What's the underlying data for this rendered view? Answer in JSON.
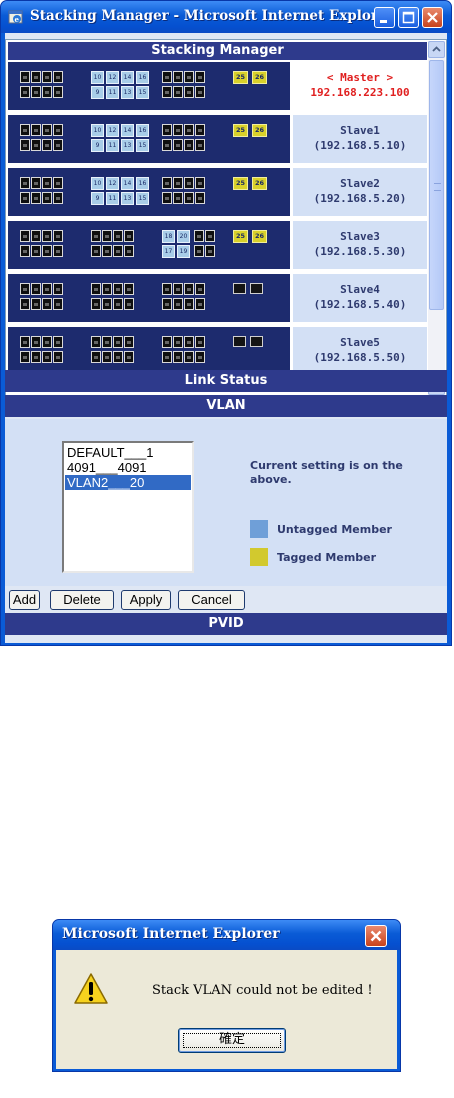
{
  "window": {
    "title": "Stacking Manager - Microsoft Internet Explorer"
  },
  "stacking": {
    "header": "Stacking Manager",
    "units": [
      {
        "name": "< Master >",
        "ip": "192.168.223.100",
        "ports": [
          "10",
          "12",
          "14",
          "16",
          "9",
          "11",
          "13",
          "15",
          "25",
          "26"
        ]
      },
      {
        "name": "Slave1",
        "ip": "(192.168.5.10)",
        "ports": [
          "10",
          "12",
          "14",
          "16",
          "9",
          "11",
          "13",
          "15",
          "25",
          "26"
        ]
      },
      {
        "name": "Slave2",
        "ip": "(192.168.5.20)",
        "ports": [
          "10",
          "12",
          "14",
          "16",
          "9",
          "11",
          "13",
          "15",
          "25",
          "26"
        ]
      },
      {
        "name": "Slave3",
        "ip": "(192.168.5.30)",
        "ports": [
          "18",
          "20",
          "17",
          "19",
          "25",
          "26"
        ]
      },
      {
        "name": "Slave4",
        "ip": "(192.168.5.40)",
        "ports": []
      },
      {
        "name": "Slave5",
        "ip": "(192.168.5.50)",
        "ports": []
      }
    ]
  },
  "link_status": {
    "label": "Link Status"
  },
  "vlan": {
    "header": "VLAN",
    "options": [
      {
        "label": "DEFAULT___1",
        "selected": false
      },
      {
        "label": "4091___4091",
        "selected": false
      },
      {
        "label": "VLAN2___20",
        "selected": true
      }
    ],
    "note": "Current setting is on the above.",
    "legend": [
      {
        "label": "Untagged Member",
        "color": "#6f9fd8"
      },
      {
        "label": "Tagged Member",
        "color": "#d2c92e"
      }
    ]
  },
  "buttons": {
    "add": "Add",
    "delete": "Delete",
    "apply": "Apply",
    "cancel": "Cancel"
  },
  "pvid": {
    "label": "PVID"
  },
  "colors": {
    "header_bg": "#2e3a8c",
    "master_text": "#e02020",
    "panel_bg": "#d3e0f5",
    "xp_blue": "#0a5bd6"
  },
  "dialog": {
    "title": "Microsoft Internet Explorer",
    "message": "Stack VLAN could not be edited !",
    "ok_label": "確定",
    "icon": "warning-icon"
  }
}
